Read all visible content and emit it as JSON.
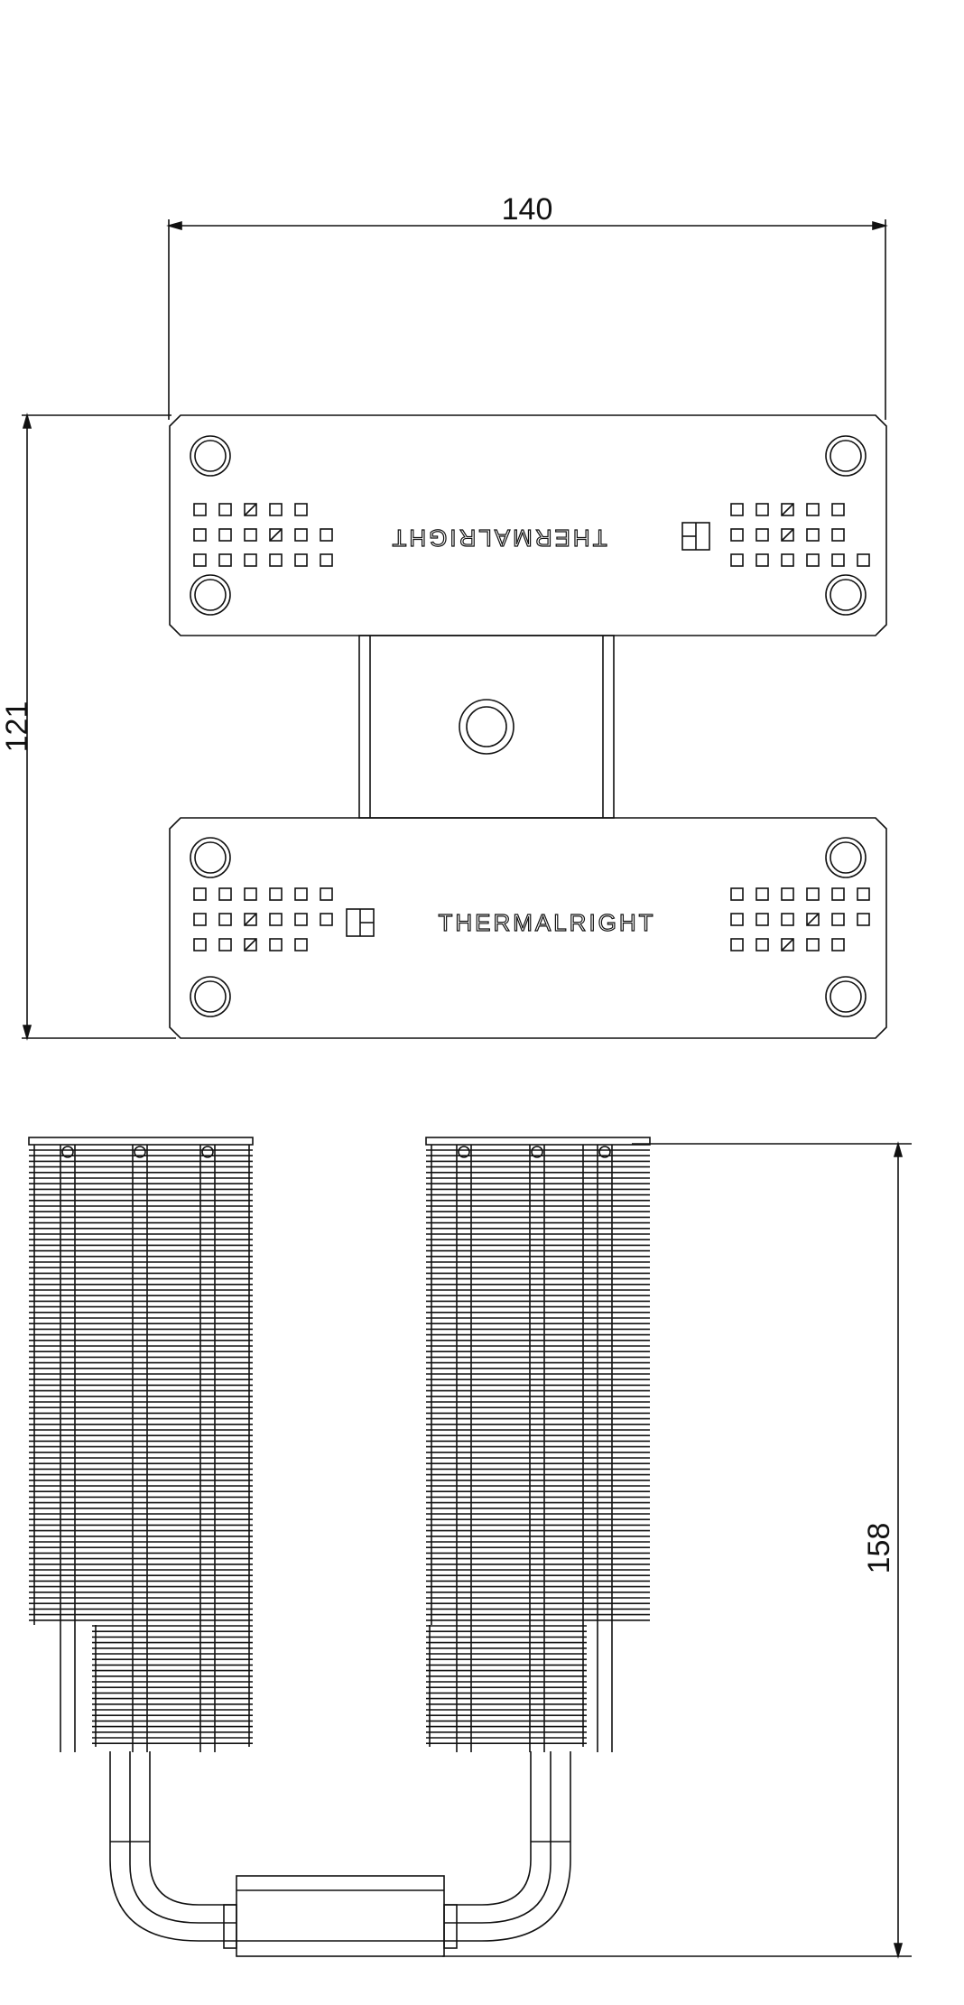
{
  "dimensions": {
    "width": "140",
    "height_top_view": "121",
    "height_side_view": "158"
  },
  "brand": {
    "name": "THERMALRIGHT",
    "logo_icon": "thermalright-logo-icon"
  },
  "colors": {
    "line": "#111111",
    "background": "#ffffff"
  }
}
